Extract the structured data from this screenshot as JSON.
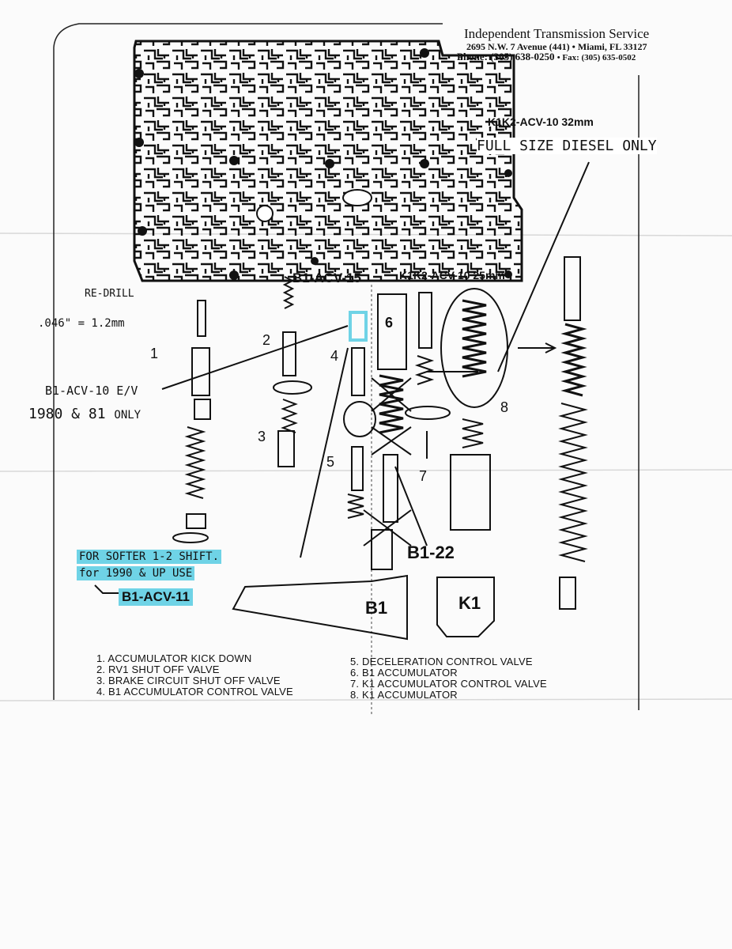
{
  "header": {
    "company": "Independent Transmission Service",
    "address": "2695 N.W. 7 Avenue (441) • Miami, FL 33127",
    "phone": "Phone: (305) 638-0250",
    "fax": "• Fax: (305) 635-0502"
  },
  "annotations": {
    "k1k2_32": "K1K2-ACV-10 32mm",
    "diesel": "FULL SIZE DIESEL ONLY",
    "redrill": "RE-DRILL",
    "drill_size": ".046\" = 1.2mm",
    "b1_acv_15": "B1-ACV-15",
    "k1k2_25": "K1K2-ACV-10 25mm",
    "b1_acv_10": "B1-ACV-10 E/V",
    "years": "1980 & 81",
    "only": "ONLY",
    "softer": "FOR SOFTER 1-2 SHIFT.",
    "for_1990": "for 1990 & UP USE",
    "b1_acv_11": "B1-ACV-11",
    "b1_22": "B1-22",
    "plate_b1": "B1",
    "plate_k1": "K1"
  },
  "part_numbers": [
    "1",
    "2",
    "3",
    "4",
    "5",
    "6",
    "7",
    "8"
  ],
  "legend": {
    "left": [
      "1. ACCUMULATOR KICK DOWN",
      "2. RV1 SHUT OFF VALVE",
      "3. BRAKE CIRCUIT SHUT OFF VALVE",
      "4. B1 ACCUMULATOR CONTROL VALVE"
    ],
    "right": [
      "5. DECELERATION CONTROL VALVE",
      "6. B1 ACCUMULATOR",
      "7. K1 ACCUMULATOR CONTROL VALVE",
      "8. K1 ACCUMULATOR"
    ]
  },
  "colors": {
    "highlight": "#6fd3e6",
    "ink": "#111111",
    "paper": "#fbfbfb"
  }
}
